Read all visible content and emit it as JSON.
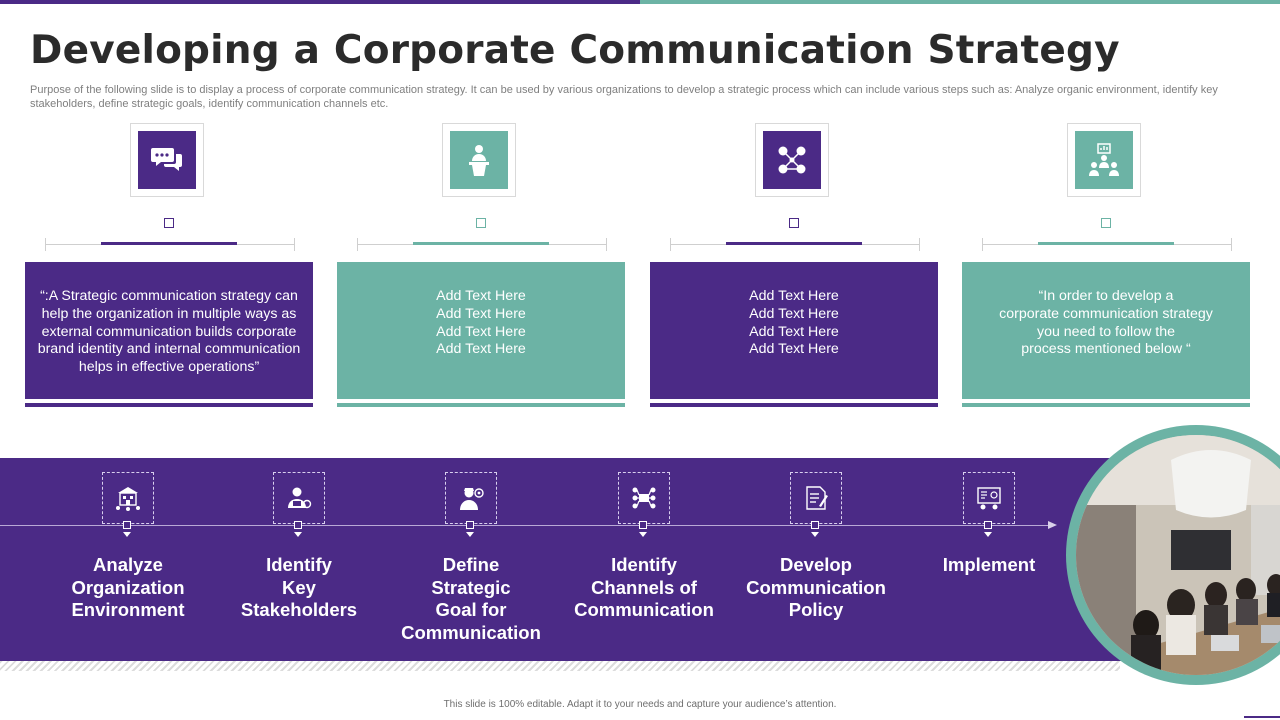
{
  "title": "Developing a Corporate Communication Strategy",
  "subtitle": "Purpose of the following slide is to display a process of corporate communication strategy. It can be used by various organizations to develop a strategic process which can include various steps such as: Analyze organic environment, identify key stakeholders, define strategic goals, identify communication channels etc.",
  "columns": [
    {
      "icon": "chat-bubbles-icon",
      "color": "#4b2a86",
      "text": "“:A Strategic communication strategy can\nhelp the organization in multiple ways as\nexternal communication builds corporate\nbrand identity and internal communication\nhelps in effective operations”"
    },
    {
      "icon": "speaker-podium-icon",
      "color": "#6cb3a5",
      "text": "Add Text Here\nAdd Text Here\nAdd Text Here\nAdd Text Here"
    },
    {
      "icon": "network-people-icon",
      "color": "#4b2a86",
      "text": "Add Text Here\nAdd Text Here\nAdd Text Here\nAdd Text Here"
    },
    {
      "icon": "team-presentation-icon",
      "color": "#6cb3a5",
      "text": "“In order to develop a\ncorporate communication strategy\nyou need to follow the\nprocess mentioned below “"
    }
  ],
  "steps": [
    {
      "icon": "organization-icon",
      "label": "Analyze\nOrganization\nEnvironment"
    },
    {
      "icon": "stakeholder-icon",
      "label": "Identify\nKey\nStakeholders"
    },
    {
      "icon": "goal-icon",
      "label": "Define\nStrategic\nGoal for\nCommunication"
    },
    {
      "icon": "channels-icon",
      "label": "Identify\nChannels of\nCommunication"
    },
    {
      "icon": "policy-document-icon",
      "label": "Develop\nCommunication\nPolicy"
    },
    {
      "icon": "implement-board-icon",
      "label": "Implement"
    }
  ],
  "footer": "This slide is 100% editable. Adapt it to your needs and capture your audience’s attention.",
  "colors": {
    "purple": "#4b2a86",
    "teal": "#6cb3a5"
  }
}
